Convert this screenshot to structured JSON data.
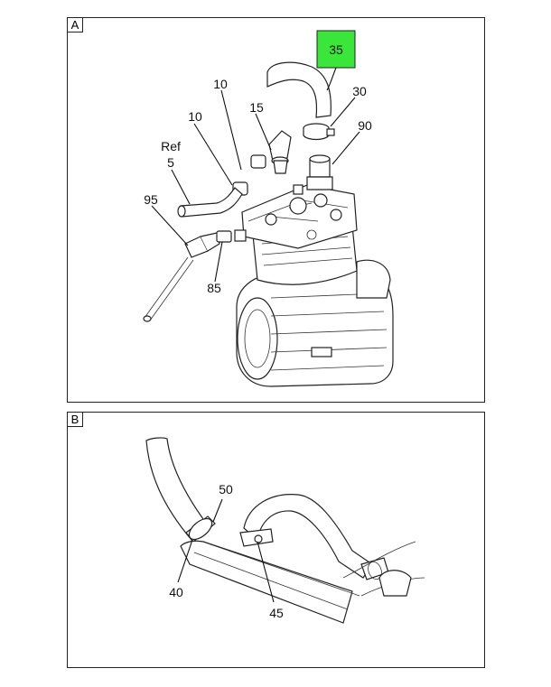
{
  "panels": [
    {
      "tag": "A"
    },
    {
      "tag": "B"
    }
  ],
  "callouts_a": {
    "c35": "35",
    "c30": "30",
    "c90": "90",
    "c10a": "10",
    "c10b": "10",
    "c15": "15",
    "ref": "Ref",
    "c5": "5",
    "c95": "95",
    "c85": "85"
  },
  "callouts_b": {
    "c50": "50",
    "c40": "40",
    "c45": "45"
  },
  "highlight_color": "#39e639"
}
